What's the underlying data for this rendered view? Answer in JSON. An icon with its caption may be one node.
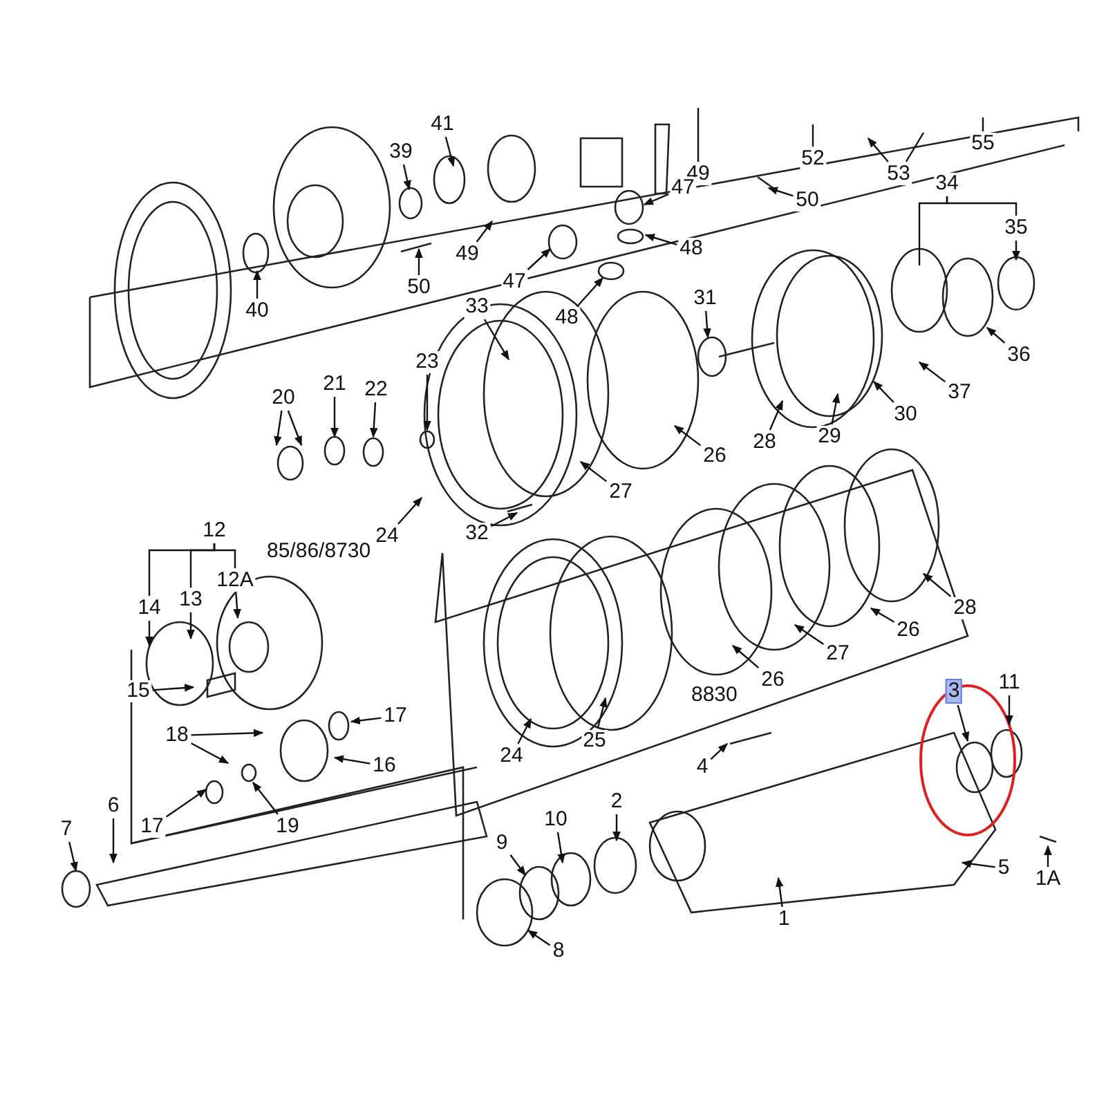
{
  "diagram": {
    "nodes": [
      {
        "text": [
          "39"
        ]
      },
      {
        "text": [
          "41"
        ]
      },
      {
        "text": [
          "49"
        ]
      },
      {
        "text": [
          "52"
        ]
      },
      {
        "text": [
          "53"
        ]
      },
      {
        "text": [
          "55"
        ]
      },
      {
        "text": [
          "50"
        ]
      },
      {
        "text": [
          "47"
        ]
      },
      {
        "text": [
          "48"
        ]
      },
      {
        "text": [
          "49"
        ]
      },
      {
        "text": [
          "47"
        ]
      },
      {
        "text": [
          "48"
        ]
      },
      {
        "text": [
          "40"
        ]
      },
      {
        "text": [
          "50"
        ]
      },
      {
        "text": [
          "34"
        ]
      },
      {
        "text": [
          "35"
        ]
      },
      {
        "text": [
          "36"
        ]
      },
      {
        "text": [
          "37"
        ]
      },
      {
        "text": [
          "33"
        ]
      },
      {
        "text": [
          "31"
        ]
      },
      {
        "text": [
          "30"
        ]
      },
      {
        "text": [
          "29"
        ]
      },
      {
        "text": [
          "28"
        ]
      },
      {
        "text": [
          "26"
        ]
      },
      {
        "text": [
          "27"
        ]
      },
      {
        "text": [
          "20"
        ]
      },
      {
        "text": [
          "21"
        ]
      },
      {
        "text": [
          "22"
        ]
      },
      {
        "text": [
          "23"
        ]
      },
      {
        "text": [
          "24"
        ]
      },
      {
        "text": [
          "32"
        ]
      },
      {
        "text": [
          "12"
        ]
      },
      {
        "text": [
          "12A"
        ]
      },
      {
        "text": [
          "14"
        ]
      },
      {
        "text": [
          "13"
        ]
      },
      {
        "text": [
          "15"
        ]
      },
      {
        "text": [
          "18"
        ]
      },
      {
        "text": [
          "17"
        ]
      },
      {
        "text": [
          "16"
        ]
      },
      {
        "text": [
          "17"
        ]
      },
      {
        "text": [
          "19"
        ]
      },
      {
        "text": [
          "28"
        ]
      },
      {
        "text": [
          "26"
        ]
      },
      {
        "text": [
          "27"
        ]
      },
      {
        "text": [
          "26"
        ]
      },
      {
        "text": [
          "25"
        ]
      },
      {
        "text": [
          "24"
        ]
      },
      {
        "text": [
          "3"
        ]
      },
      {
        "text": [
          "11"
        ]
      },
      {
        "text": [
          "4"
        ]
      },
      {
        "text": [
          "7"
        ]
      },
      {
        "text": [
          "6"
        ]
      },
      {
        "text": [
          "9"
        ]
      },
      {
        "text": [
          "10"
        ]
      },
      {
        "text": [
          "2"
        ]
      },
      {
        "text": [
          "1"
        ]
      },
      {
        "text": [
          "5"
        ]
      },
      {
        "text": [
          "1A"
        ]
      },
      {
        "text": [
          "8"
        ]
      }
    ],
    "edges": [
      {
        "from": 0,
        "to": null,
        "arrow": "to"
      },
      {
        "from": 1,
        "to": null,
        "arrow": "to"
      },
      {
        "from": 2,
        "to": null,
        "arrow": "none"
      },
      {
        "from": 3,
        "to": null,
        "arrow": "none"
      },
      {
        "from": 4,
        "to": null,
        "arrow": "to"
      },
      {
        "from": 4,
        "to": null,
        "arrow": "none"
      },
      {
        "from": 5,
        "to": null,
        "arrow": "none"
      },
      {
        "from": 6,
        "to": null,
        "arrow": "to"
      },
      {
        "from": 7,
        "to": null,
        "arrow": "to"
      },
      {
        "from": 8,
        "to": null,
        "arrow": "to"
      },
      {
        "from": 9,
        "to": null,
        "arrow": "to"
      },
      {
        "from": 10,
        "to": null,
        "arrow": "to"
      },
      {
        "from": 11,
        "to": null,
        "arrow": "to"
      },
      {
        "from": 12,
        "to": null,
        "arrow": "to"
      },
      {
        "from": 13,
        "to": null,
        "arrow": "to"
      },
      {
        "from": 14,
        "to": null,
        "arrow": "none"
      },
      {
        "from": 14,
        "to": 15,
        "arrow": "none"
      },
      {
        "from": 15,
        "to": null,
        "arrow": "to"
      },
      {
        "from": 16,
        "to": null,
        "arrow": "to"
      },
      {
        "from": 17,
        "to": null,
        "arrow": "to"
      },
      {
        "from": 18,
        "to": null,
        "arrow": "to"
      },
      {
        "from": 19,
        "to": null,
        "arrow": "to"
      },
      {
        "from": 20,
        "to": null,
        "arrow": "to"
      },
      {
        "from": 21,
        "to": null,
        "arrow": "to"
      },
      {
        "from": 22,
        "to": null,
        "arrow": "to"
      },
      {
        "from": 23,
        "to": null,
        "arrow": "to"
      },
      {
        "from": 24,
        "to": null,
        "arrow": "to"
      },
      {
        "from": 25,
        "to": null,
        "arrow": "to"
      },
      {
        "from": 25,
        "to": null,
        "arrow": "to"
      },
      {
        "from": 26,
        "to": null,
        "arrow": "to"
      },
      {
        "from": 27,
        "to": null,
        "arrow": "to"
      },
      {
        "from": 28,
        "to": null,
        "arrow": "to"
      },
      {
        "from": 29,
        "to": null,
        "arrow": "to"
      },
      {
        "from": 30,
        "to": null,
        "arrow": "to"
      },
      {
        "from": 31,
        "to": 32,
        "arrow": "none"
      },
      {
        "from": 31,
        "to": 33,
        "arrow": "none"
      },
      {
        "from": 31,
        "to": 34,
        "arrow": "none"
      },
      {
        "from": 32,
        "to": null,
        "arrow": "to"
      },
      {
        "from": 33,
        "to": null,
        "arrow": "to"
      },
      {
        "from": 34,
        "to": null,
        "arrow": "to"
      },
      {
        "from": 35,
        "to": null,
        "arrow": "to"
      },
      {
        "from": 36,
        "to": null,
        "arrow": "to"
      },
      {
        "from": 36,
        "to": null,
        "arrow": "to"
      },
      {
        "from": 37,
        "to": null,
        "arrow": "to"
      },
      {
        "from": 38,
        "to": null,
        "arrow": "to"
      },
      {
        "from": 39,
        "to": null,
        "arrow": "to"
      },
      {
        "from": 40,
        "to": null,
        "arrow": "to"
      },
      {
        "from": 41,
        "to": null,
        "arrow": "to"
      },
      {
        "from": 42,
        "to": null,
        "arrow": "to"
      },
      {
        "from": 43,
        "to": null,
        "arrow": "to"
      },
      {
        "from": 44,
        "to": null,
        "arrow": "to"
      },
      {
        "from": 45,
        "to": null,
        "arrow": "to"
      },
      {
        "from": 46,
        "to": null,
        "arrow": "to"
      },
      {
        "from": 47,
        "to": null,
        "arrow": "to"
      },
      {
        "from": 48,
        "to": null,
        "arrow": "to"
      },
      {
        "from": 49,
        "to": null,
        "arrow": "to"
      },
      {
        "from": 50,
        "to": null,
        "arrow": "to"
      },
      {
        "from": 51,
        "to": null,
        "arrow": "to"
      },
      {
        "from": 52,
        "to": null,
        "arrow": "to"
      },
      {
        "from": 53,
        "to": null,
        "arrow": "to"
      },
      {
        "from": 54,
        "to": null,
        "arrow": "to"
      },
      {
        "from": 55,
        "to": null,
        "arrow": "to"
      },
      {
        "from": 56,
        "to": null,
        "arrow": "to"
      },
      {
        "from": 57,
        "to": null,
        "arrow": "to"
      },
      {
        "from": 58,
        "to": null,
        "arrow": "to"
      }
    ],
    "labels": [
      "85/86/8730",
      "8830"
    ]
  }
}
